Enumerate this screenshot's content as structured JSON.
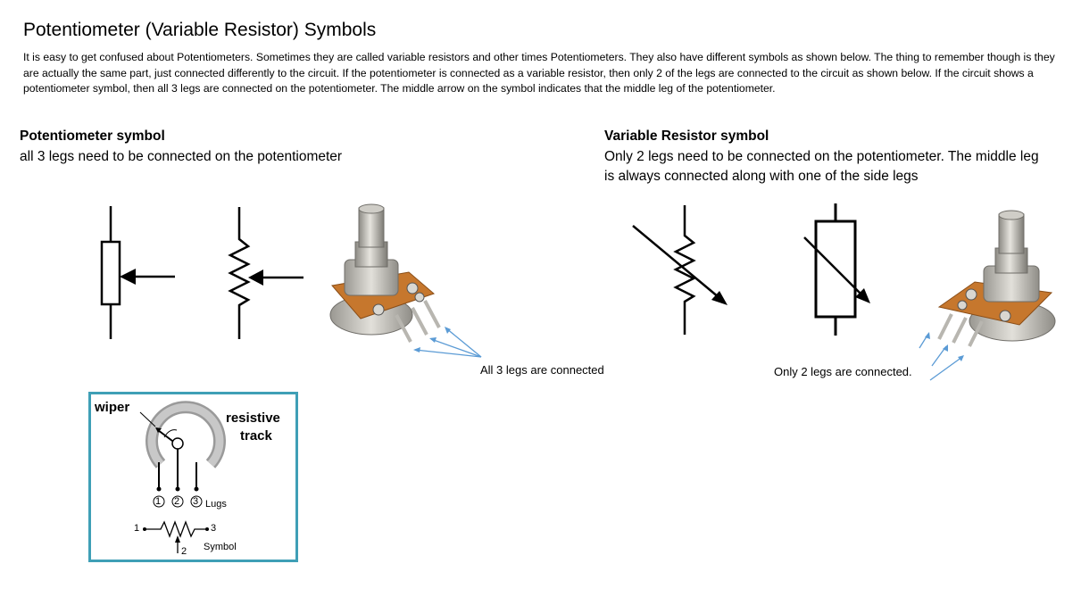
{
  "title": "Potentiometer (Variable Resistor) Symbols",
  "intro": "It is easy to get confused about Potentiometers.  Sometimes they are called variable resistors and other times Potentiometers.  They also have different symbols as shown below.  The thing to remember though is they are actually the same part, just connected differently to the circuit.  If the potentiometer is connected as a variable resistor, then only 2 of the legs are connected to the circuit as shown below.  If the circuit shows a potentiometer symbol, then all 3 legs are connected on the potentiometer.  The middle arrow on the symbol indicates that the middle leg of the potentiometer.",
  "potentiometer": {
    "heading": "Potentiometer symbol",
    "subtext": "all 3 legs need to be connected on the potentiometer",
    "caption": "All 3 legs are connected"
  },
  "variable_resistor": {
    "heading": "Variable Resistor symbol",
    "subtext": "Only 2 legs need to be connected on the potentiometer.  The middle leg is always connected along with one of the side legs",
    "caption": "Only 2 legs are connected."
  },
  "diagram": {
    "wiper_label": "wiper",
    "track_label_1": "resistive",
    "track_label_2": "track",
    "lug_1": "1",
    "lug_2": "2",
    "lug_3": "3",
    "lugs_label": "Lugs",
    "sym_1": "1",
    "sym_2": "2",
    "sym_3": "3",
    "symbol_label": "Symbol"
  },
  "colors": {
    "diagram_border": "#3f9fb6",
    "arrow_blue": "#5b9bd5",
    "brass": "#b7b5ad",
    "pcb_orange": "#c6772d"
  }
}
